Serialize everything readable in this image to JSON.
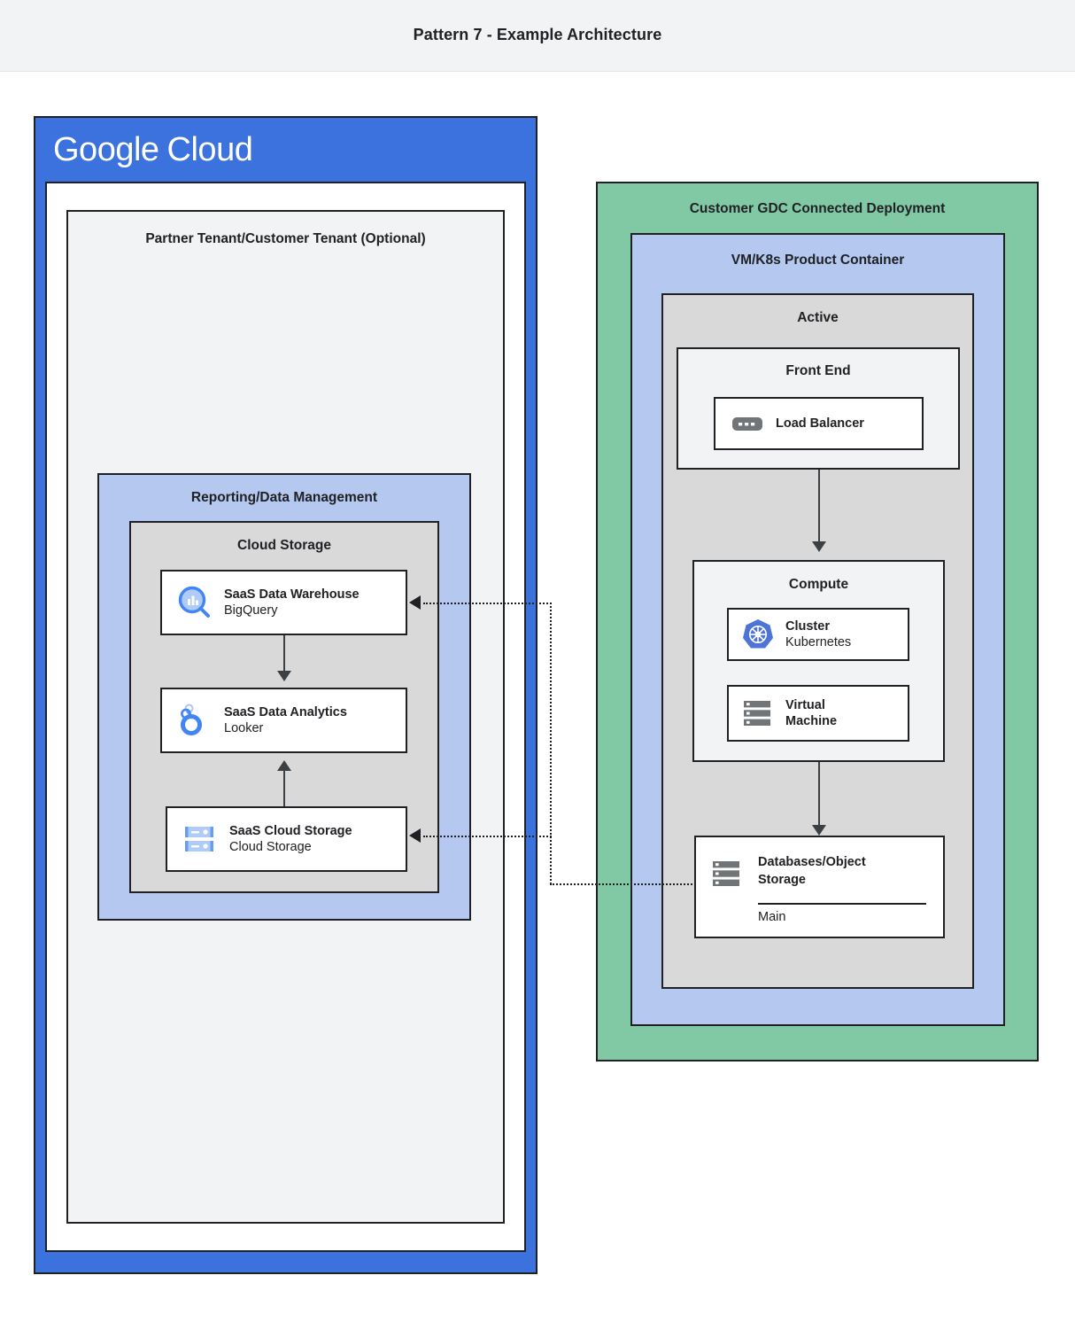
{
  "header": {
    "title": "Pattern 7 - Example Architecture"
  },
  "google_cloud": {
    "logo_part1": "Google",
    "logo_part2": "Cloud",
    "tenant_title": "Partner Tenant/Customer Tenant (Optional)",
    "reporting_title": "Reporting/Data Management",
    "cloud_storage_title": "Cloud Storage",
    "services": [
      {
        "name": "SaaS Data Warehouse",
        "product": "BigQuery",
        "icon": "bigquery-icon"
      },
      {
        "name": "SaaS Data Analytics",
        "product": "Looker",
        "icon": "looker-icon"
      },
      {
        "name": "SaaS Cloud Storage",
        "product": "Cloud Storage",
        "icon": "cloud-storage-icon"
      }
    ]
  },
  "gdc": {
    "deployment_title": "Customer GDC Connected Deployment",
    "container_title": "VM/K8s Product Container",
    "active_title": "Active",
    "frontend_title": "Front End",
    "load_balancer": {
      "name": "Load Balancer",
      "icon": "load-balancer-icon"
    },
    "compute_title": "Compute",
    "compute_items": [
      {
        "name": "Cluster",
        "product": "Kubernetes",
        "icon": "kubernetes-icon"
      },
      {
        "name": "Virtual",
        "name2": "Machine",
        "product": "",
        "icon": "virtual-machine-icon"
      }
    ],
    "database": {
      "name_line1": "Databases/Object",
      "name_line2": "Storage",
      "instance": "Main",
      "icon": "database-icon"
    }
  },
  "colors": {
    "google_blue": "#3c72de",
    "panel_blue": "#b4c8f0",
    "panel_green": "#81c8a5",
    "panel_gray": "#d9d9d9",
    "panel_light": "#f1f3f4",
    "stroke": "#202124"
  }
}
